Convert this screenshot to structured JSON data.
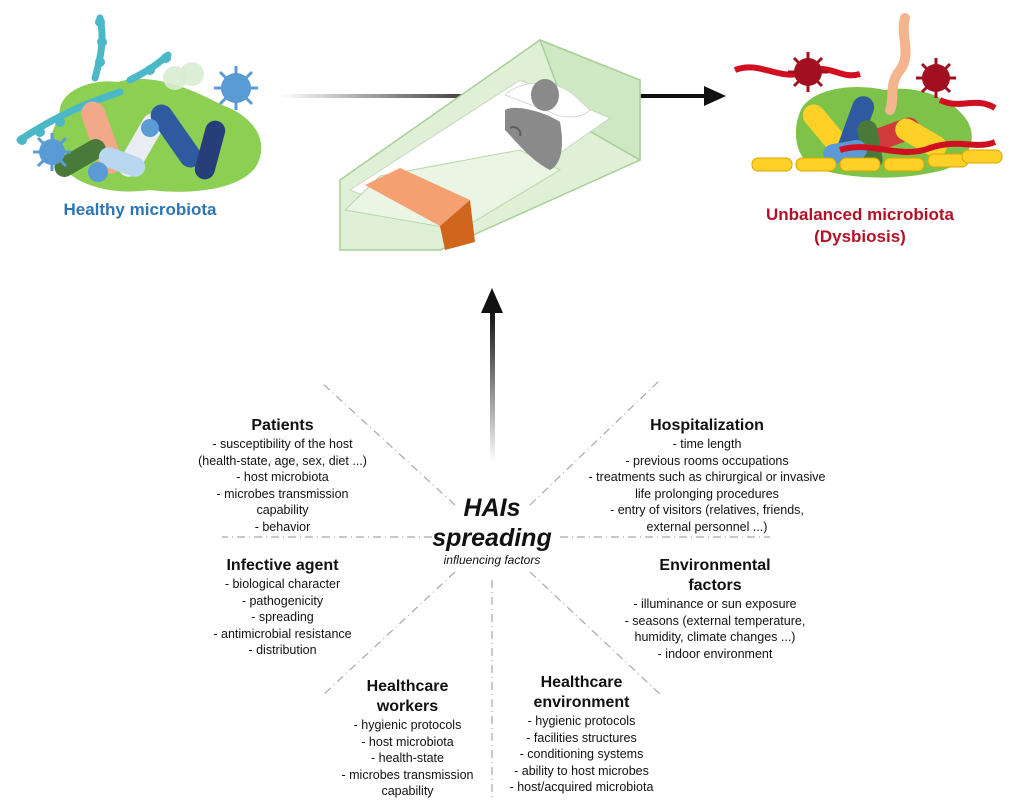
{
  "captions": {
    "healthy": "Healthy microbiota",
    "unbalanced_line1": "Unbalanced microbiota",
    "unbalanced_line2": "(Dysbiosis)"
  },
  "center": {
    "title_line1": "HAIs",
    "title_line2": "spreading",
    "subtitle": "influencing factors"
  },
  "factors": {
    "patients": {
      "heading": "Patients",
      "items": [
        "- susceptibility of the host",
        "(health-state, age, sex, diet ...)",
        "- host microbiota",
        "- microbes transmission",
        "capability",
        "- behavior"
      ]
    },
    "infective_agent": {
      "heading": "Infective agent",
      "items": [
        "- biological character",
        "- pathogenicity",
        "- spreading",
        "- antimicrobial resistance",
        "- distribution"
      ]
    },
    "healthcare_workers": {
      "heading_line1": "Healthcare",
      "heading_line2": "workers",
      "items": [
        "- hygienic protocols",
        "- host microbiota",
        "- health-state",
        "- microbes transmission",
        "capability"
      ]
    },
    "healthcare_environment": {
      "heading_line1": "Healthcare",
      "heading_line2": "environment",
      "items": [
        "- hygienic protocols",
        "- facilities structures",
        "- conditioning systems",
        "- ability to host microbes",
        "- host/acquired microbiota"
      ]
    },
    "environmental": {
      "heading_line1": "Environmental",
      "heading_line2": "factors",
      "items": [
        "- illuminance  or sun exposure",
        "-  seasons (external temperature,",
        "humidity, climate changes ...)",
        "- indoor environment"
      ]
    },
    "hospitalization": {
      "heading": "Hospitalization",
      "items": [
        "- time length",
        "- previous rooms occupations",
        "- treatments such as chirurgical or invasive",
        "life prolonging procedures",
        "- entry of visitors (relatives, friends,",
        "external personnel ...)"
      ]
    }
  },
  "colors": {
    "healthy_caption": "#2e75b6",
    "dysbiosis_caption": "#b11226",
    "bed_green": "#cfe8c4",
    "blanket_orange": "#f4a070"
  }
}
